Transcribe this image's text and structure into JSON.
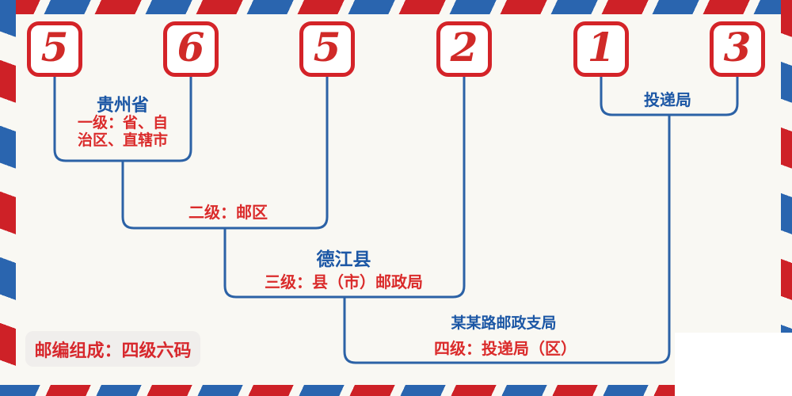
{
  "palette": {
    "background": "#f9f8f3",
    "stripe_red": "#ce2127",
    "stripe_blue": "#2a65af",
    "digit_red": "#d02a28",
    "box_border_red": "#d42328",
    "line_blue": "#2c62a6",
    "blue_text": "#1c57a5",
    "red_text": "#da2b2b",
    "badge_bg": "#f0eeec"
  },
  "postal_code": {
    "digits": [
      "5",
      "6",
      "5",
      "2",
      "1",
      "3"
    ]
  },
  "labels": {
    "level1_name": "贵州省",
    "level1_desc_line1": "一级：省、自",
    "level1_desc_line2": "治区、直辖市",
    "level2_desc": "二级：邮区",
    "level3_name": "德江县",
    "level3_desc": "三级：县（市）邮政局",
    "level4_name": "某某路邮政支局",
    "level4_desc": "四级：投递局（区）",
    "delivery_name": "投递局",
    "badge": "邮编组成：四级六码"
  }
}
